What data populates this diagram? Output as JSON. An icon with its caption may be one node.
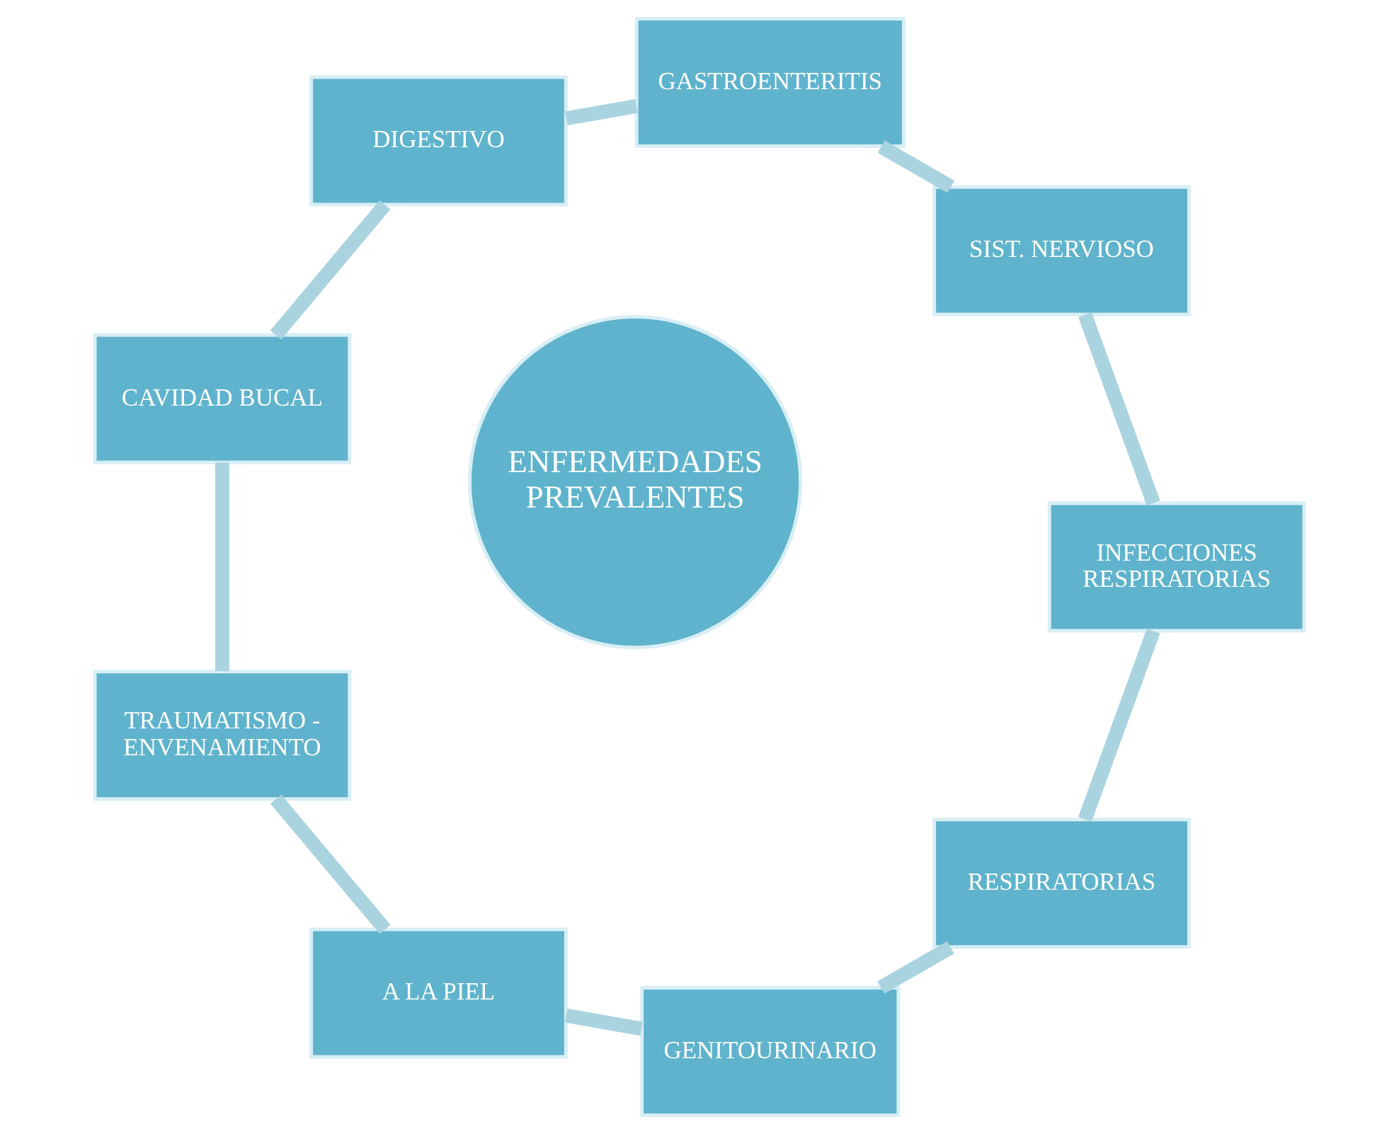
{
  "diagram": {
    "nodes": [
      {
        "text": [
          "ENFERMEDADES PREVALENTES"
        ]
      },
      {
        "text": [
          "RESPIRATORIAS"
        ]
      },
      {
        "text": [
          "GENITOURINARIO"
        ]
      },
      {
        "text": [
          "A LA PIEL"
        ]
      },
      {
        "text": [
          "TRAUMATISMO - ENVENAMIENTO"
        ]
      },
      {
        "text": [
          "CAVIDAD BUCAL"
        ]
      },
      {
        "text": [
          "DIGESTIVO"
        ]
      },
      {
        "text": [
          "GASTROENTERITIS"
        ]
      },
      {
        "text": [
          "SIST. NERVIOSO"
        ]
      },
      {
        "text": [
          "INFECCIONES RESPIRATORIAS"
        ]
      }
    ],
    "edges": [
      {
        "from": 1,
        "to": 2,
        "arrow": "none"
      },
      {
        "from": 2,
        "to": 3,
        "arrow": "none"
      },
      {
        "from": 3,
        "to": 4,
        "arrow": "none"
      },
      {
        "from": 4,
        "to": 5,
        "arrow": "none"
      },
      {
        "from": 5,
        "to": 6,
        "arrow": "none"
      },
      {
        "from": 6,
        "to": 7,
        "arrow": "none"
      },
      {
        "from": 7,
        "to": 8,
        "arrow": "none"
      },
      {
        "from": 8,
        "to": 9,
        "arrow": "none"
      },
      {
        "from": 9,
        "to": 1,
        "arrow": "none"
      }
    ]
  }
}
